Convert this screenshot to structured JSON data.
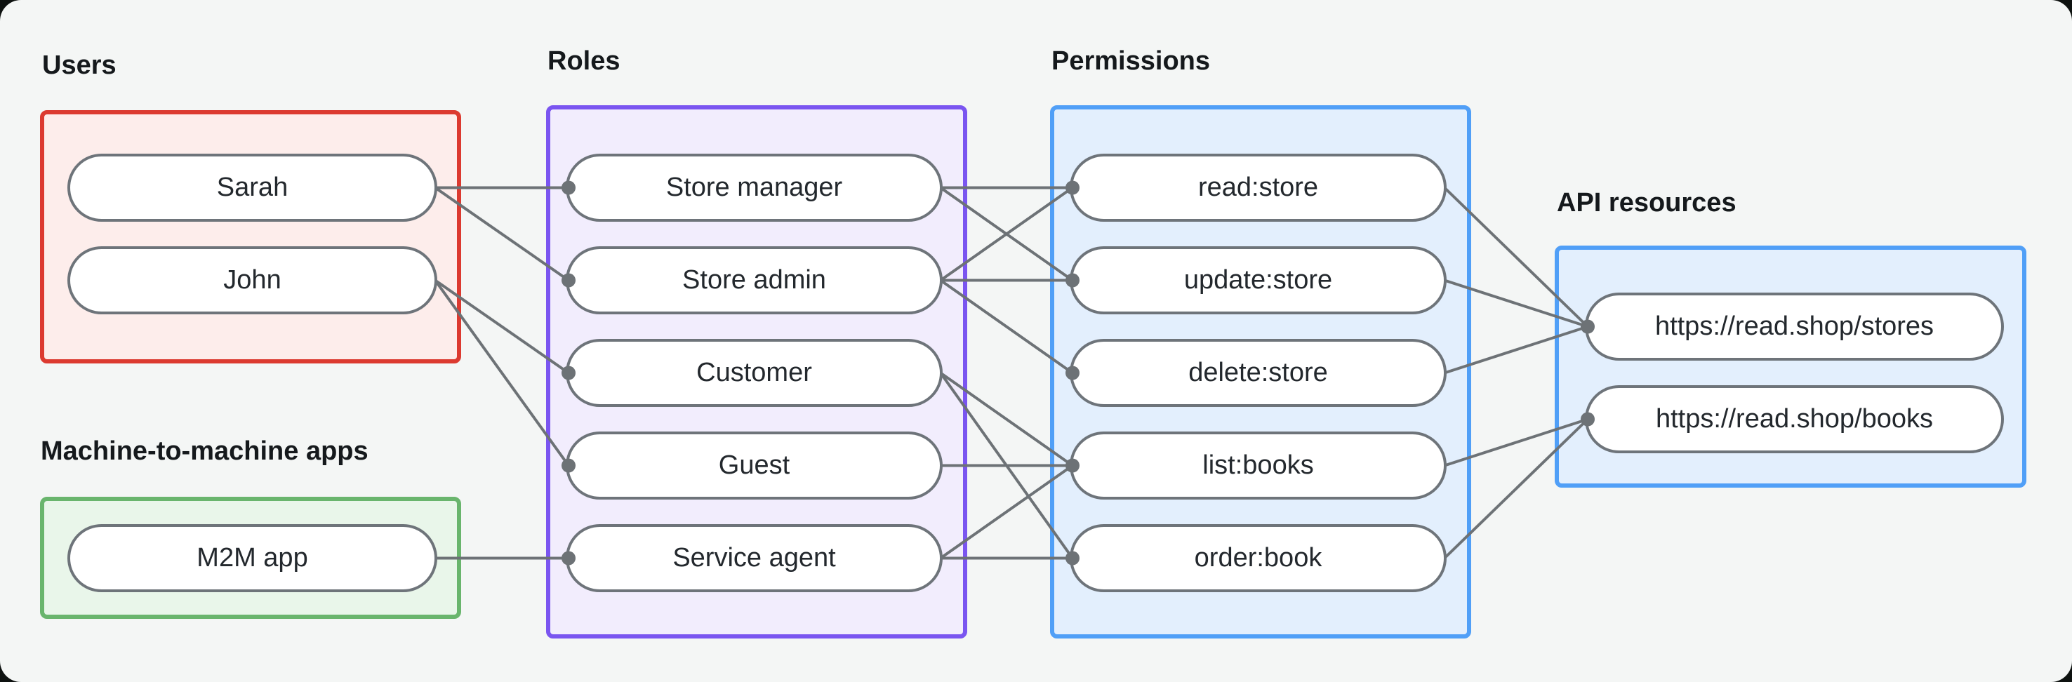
{
  "canvas": {
    "background": "#f4f6f5",
    "outer_background": "#0e1210",
    "edge_color": "#6d7276",
    "node_border_color": "#6e747a",
    "node_fill": "#ffffff",
    "node_text_color": "#23282d",
    "label_color": "#15191c"
  },
  "groups": [
    {
      "id": "users",
      "label": "Users",
      "border": "#dc3a30",
      "fill": "#fdedeb",
      "nodes": [
        {
          "id": "sarah",
          "label": "Sarah"
        },
        {
          "id": "john",
          "label": "John"
        }
      ]
    },
    {
      "id": "m2m",
      "label": "Machine-to-machine apps",
      "border": "#69b56d",
      "fill": "#e9f6ea",
      "nodes": [
        {
          "id": "m2m-app",
          "label": "M2M app"
        }
      ]
    },
    {
      "id": "roles",
      "label": "Roles",
      "border": "#7a55f0",
      "fill": "#f2edfd",
      "nodes": [
        {
          "id": "store-manager",
          "label": "Store manager"
        },
        {
          "id": "store-admin",
          "label": "Store admin"
        },
        {
          "id": "customer",
          "label": "Customer"
        },
        {
          "id": "guest",
          "label": "Guest"
        },
        {
          "id": "service-agent",
          "label": "Service agent"
        }
      ]
    },
    {
      "id": "permissions",
      "label": "Permissions",
      "border": "#509ff7",
      "fill": "#e3effd",
      "nodes": [
        {
          "id": "read-store",
          "label": "read:store"
        },
        {
          "id": "update-store",
          "label": "update:store"
        },
        {
          "id": "delete-store",
          "label": "delete:store"
        },
        {
          "id": "list-books",
          "label": "list:books"
        },
        {
          "id": "order-book",
          "label": "order:book"
        }
      ]
    },
    {
      "id": "api-resources",
      "label": "API resources",
      "border": "#509ff7",
      "fill": "#e3effd",
      "nodes": [
        {
          "id": "stores",
          "label": "https://read.shop/stores"
        },
        {
          "id": "books",
          "label": "https://read.shop/books"
        }
      ]
    }
  ],
  "connections": {
    "user_to_role": [
      [
        "sarah",
        "store-manager"
      ],
      [
        "sarah",
        "store-admin"
      ],
      [
        "john",
        "customer"
      ],
      [
        "john",
        "guest"
      ],
      [
        "m2m-app",
        "service-agent"
      ]
    ],
    "role_to_permission": [
      [
        "store-manager",
        "read-store"
      ],
      [
        "store-manager",
        "update-store"
      ],
      [
        "store-admin",
        "read-store"
      ],
      [
        "store-admin",
        "update-store"
      ],
      [
        "store-admin",
        "delete-store"
      ],
      [
        "customer",
        "list-books"
      ],
      [
        "customer",
        "order-book"
      ],
      [
        "guest",
        "list-books"
      ],
      [
        "service-agent",
        "list-books"
      ],
      [
        "service-agent",
        "order-book"
      ]
    ],
    "permission_to_api": [
      [
        "read-store",
        "stores"
      ],
      [
        "update-store",
        "stores"
      ],
      [
        "delete-store",
        "stores"
      ],
      [
        "list-books",
        "books"
      ],
      [
        "order-book",
        "books"
      ]
    ]
  }
}
